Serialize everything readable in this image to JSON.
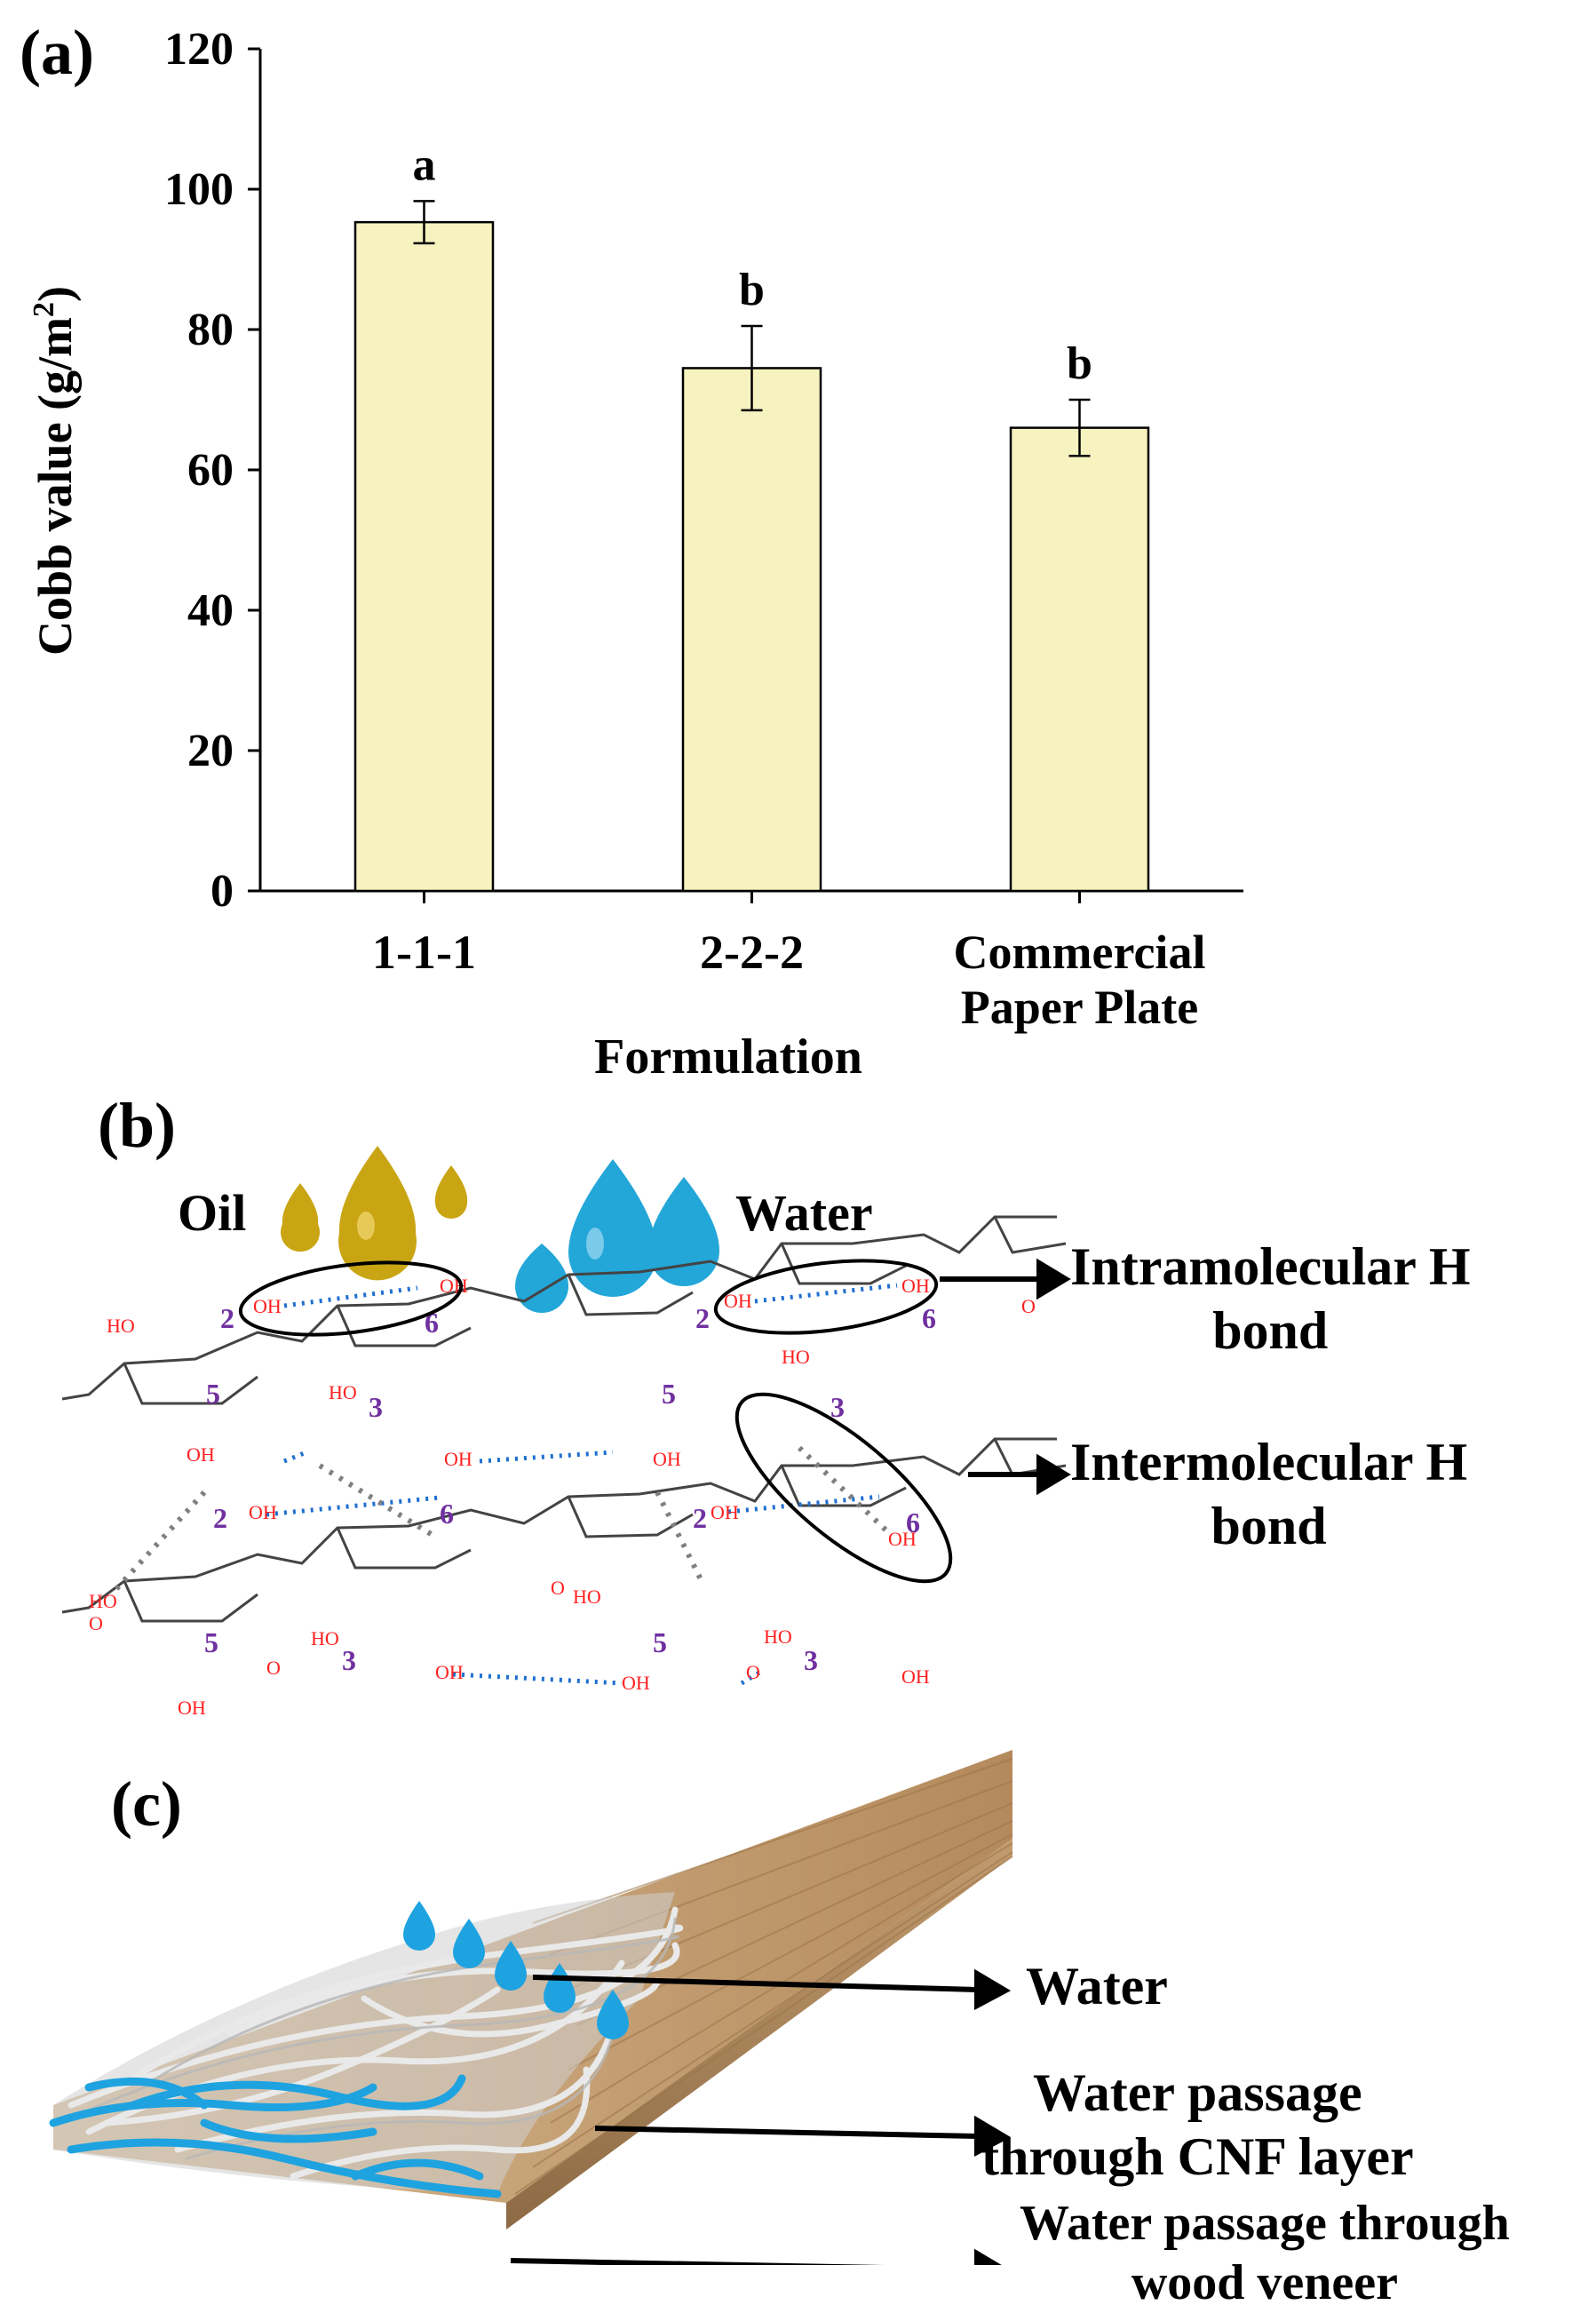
{
  "chart_data": {
    "type": "bar",
    "panel_label": "(a)",
    "categories": [
      "1-1-1",
      "2-2-2",
      "Commercial Paper Plate"
    ],
    "category_lines": [
      [
        "1-1-1"
      ],
      [
        "2-2-2"
      ],
      [
        "Commercial",
        "Paper Plate"
      ]
    ],
    "values": [
      95.3,
      74.5,
      66.0
    ],
    "errors": [
      3.0,
      6.0,
      4.0
    ],
    "significance": [
      "a",
      "b",
      "b"
    ],
    "ylabel_main": "Cobb value (g/m",
    "ylabel_sup": "2",
    "ylabel_close": ")",
    "xlabel": "Formulation",
    "ylim": [
      0,
      120
    ],
    "yticks": [
      0,
      20,
      40,
      60,
      80,
      100,
      120
    ],
    "grid": false,
    "bar_color": "#f7f3c0"
  },
  "panel_b": {
    "label": "(b)",
    "oil": "Oil",
    "water": "Water",
    "intramolecular_line1": "Intramolecular  H",
    "intramolecular_line2": "bond",
    "intermolecular_line1": "Intermolecular  H",
    "intermolecular_line2": "bond",
    "oh": "OH",
    "ho": "HO",
    "o": "O",
    "pos2": "2",
    "pos3": "3",
    "pos5": "5",
    "pos6": "6",
    "oil_color": "#c9a514",
    "water_color": "#23a6d8",
    "hbond_intra_color": "#1f6fd0",
    "hbond_inter_color": "#808080",
    "position_color": "#7030a0",
    "atom_color": "#ff2020"
  },
  "panel_c": {
    "label": "(c)",
    "water": "Water",
    "passage_cnf_line1": "Water passage",
    "passage_cnf_line2": "through CNF layer",
    "passage_wood_line1": "Water passage through",
    "passage_wood_line2": "wood veneer",
    "wood_color": "#c8a57d",
    "fiber_color": "#d9d9d9",
    "water_color": "#1ea3e0"
  }
}
